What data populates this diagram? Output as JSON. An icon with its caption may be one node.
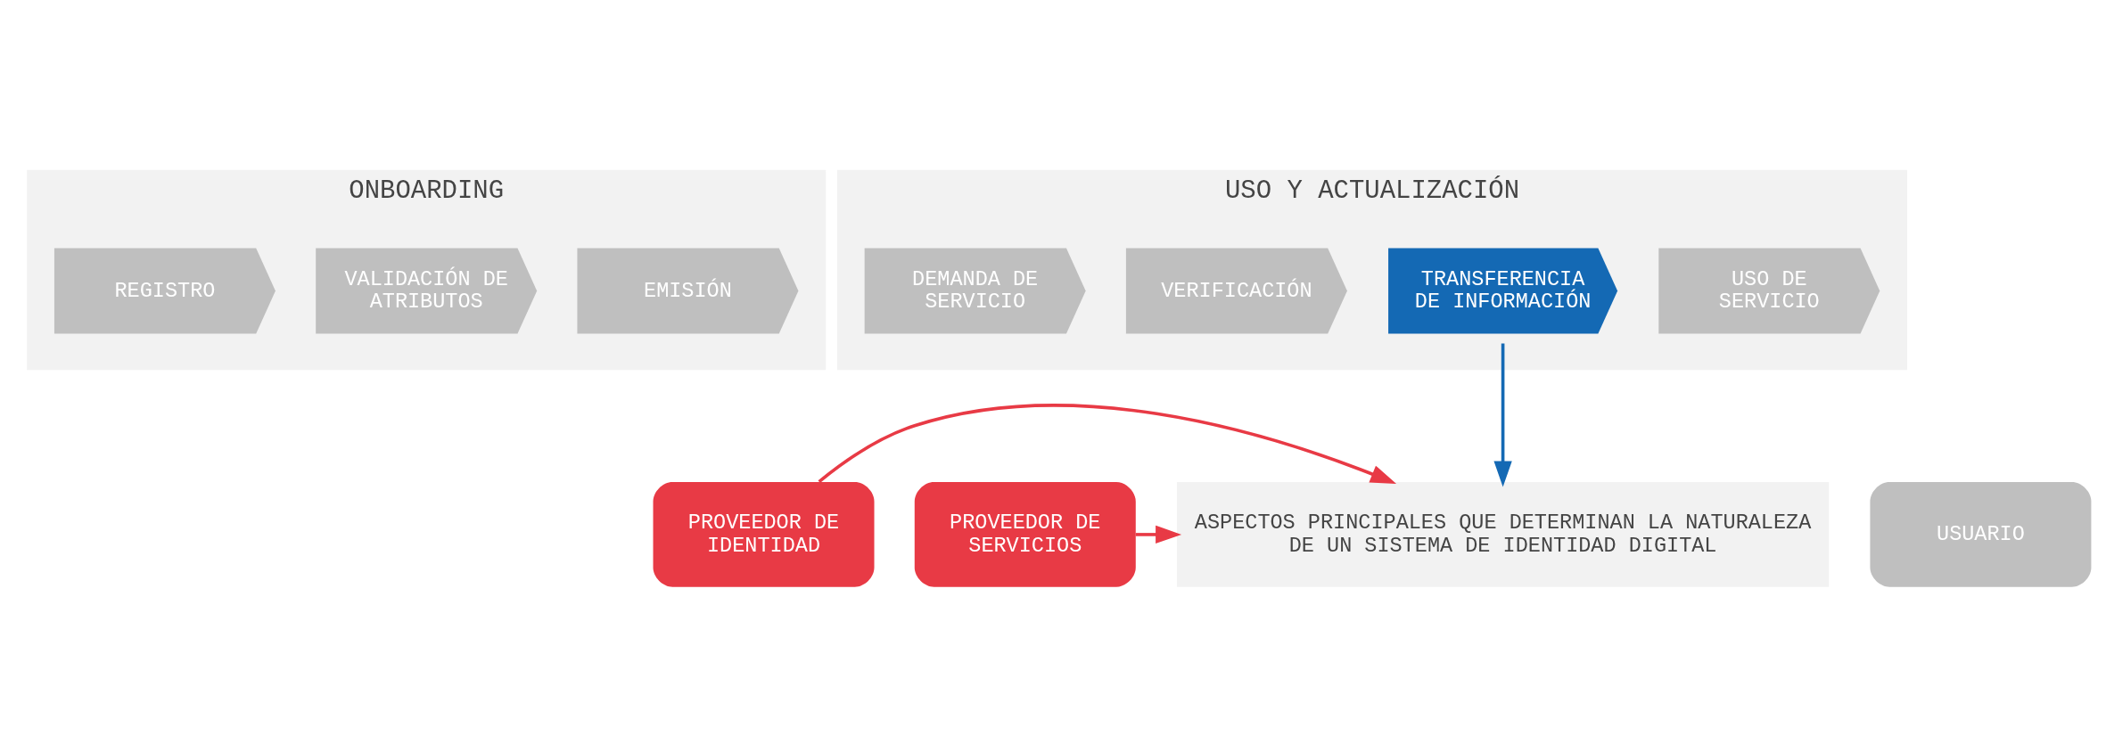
{
  "diagram": {
    "nodes": [
      {
        "text": [
          "ONBOARDING"
        ]
      },
      {
        "text": [
          "REGISTRO"
        ],
        "in": 0
      },
      {
        "text": [
          "VALIDACIÓN DE ATRIBUTOS"
        ],
        "in": 0
      },
      {
        "text": [
          "EMISIÓN"
        ],
        "in": 0
      },
      {
        "text": [
          "USO Y ACTUALIZACIÓN"
        ]
      },
      {
        "text": [
          "DEMANDA DE SERVICIO"
        ],
        "in": 4
      },
      {
        "text": [
          "VERIFICACIÓN"
        ],
        "in": 4
      },
      {
        "text": [
          "TRANSFERENCIA DE INFORMACIÓN"
        ],
        "in": 4
      },
      {
        "text": [
          "USO DE SERVICIO"
        ],
        "in": 4
      },
      {
        "text": [
          "USUARIO"
        ]
      },
      {
        "text": [
          "PROVEEDOR DE IDENTIDAD"
        ]
      },
      {
        "text": [
          "PROVEEDOR DE SERVICIOS"
        ]
      },
      {
        "text": [
          "ASPECTOS PRINCIPALES QUE DETERMINAN LA NATURALEZA DE UN SISTEMA DE IDENTIDAD DIGITAL"
        ]
      }
    ],
    "edges": [
      {
        "from": 7,
        "to": 12,
        "arrow": "to",
        "color": "#1469b4"
      },
      {
        "from": 10,
        "to": 12,
        "arrow": "to",
        "color": "#e83a45"
      },
      {
        "from": 11,
        "to": 12,
        "arrow": "to",
        "color": "#e83a45"
      }
    ]
  }
}
